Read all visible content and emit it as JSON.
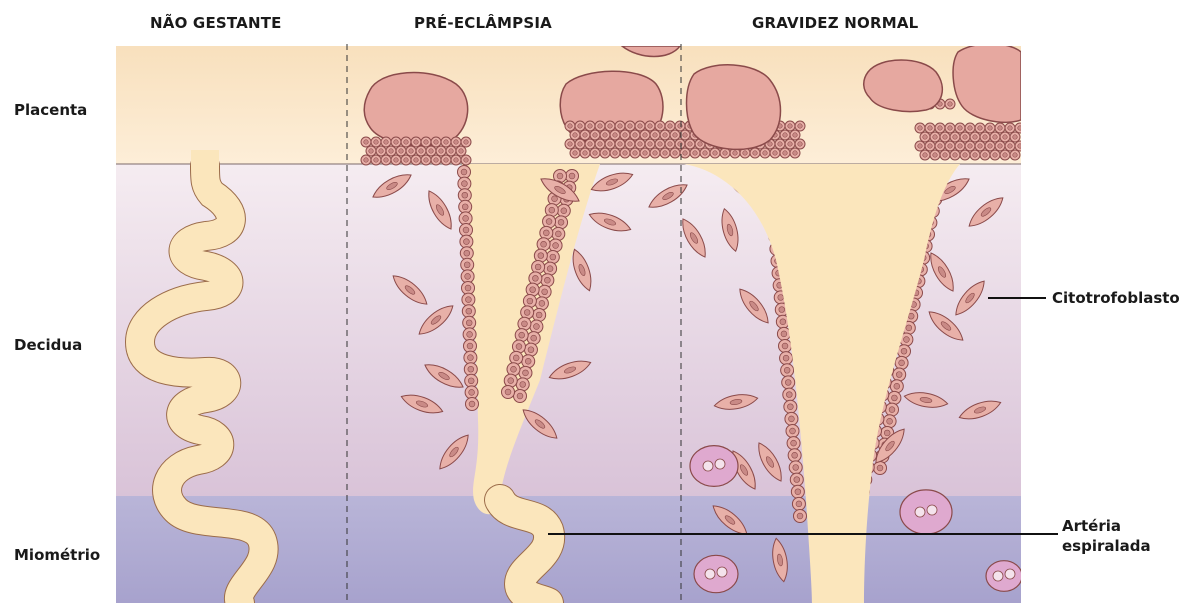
{
  "columns": {
    "non_pregnant": "NÃO GESTANTE",
    "preeclampsia": "PRÉ-ECLÂMPSIA",
    "normal_pregnancy": "GRAVIDEZ NORMAL"
  },
  "layers": {
    "placenta": "Placenta",
    "decidua": "Decidua",
    "myometrium": "Miométrio"
  },
  "callouts": {
    "cytotrophoblast": "Citotrofoblasto",
    "spiral_artery_line1": "Artéria",
    "spiral_artery_line2": "espiralada"
  },
  "colors": {
    "placenta_layer": "#fbe6c6",
    "decidua_layer": "#ecdbe6",
    "myometrium_layer": "#b6b2d6",
    "artery": "#fbe6bc",
    "trophoblast_cell": "#e8b0a8",
    "syncytium": "#e4a49e",
    "nucleus": "#c98a86",
    "outline": "#8a4a4a"
  }
}
